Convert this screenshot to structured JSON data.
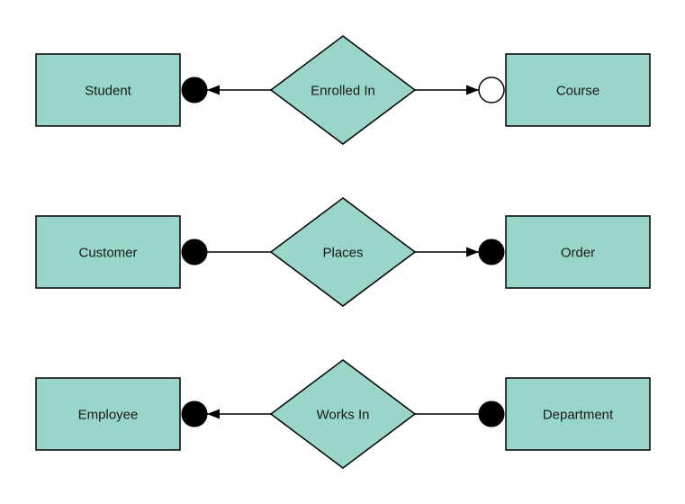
{
  "diagram": {
    "type": "entity-relationship",
    "colors": {
      "background": "#ffffff",
      "entity_fill": "#99d5c8",
      "stroke": "#000000",
      "text": "#1a1a1a",
      "open_circle_fill": "#ffffff",
      "filled_circle_fill": "#000000"
    },
    "rows": [
      {
        "left_entity": {
          "label": "Student"
        },
        "relationship": {
          "label": "Enrolled In"
        },
        "right_entity": {
          "label": "Course"
        },
        "left_connector": {
          "terminator": "filled-circle",
          "arrowhead": true,
          "arrow_direction": "toward-left-entity"
        },
        "right_connector": {
          "terminator": "open-circle",
          "arrowhead": true,
          "arrow_direction": "toward-right-entity"
        }
      },
      {
        "left_entity": {
          "label": "Customer"
        },
        "relationship": {
          "label": "Places"
        },
        "right_entity": {
          "label": "Order"
        },
        "left_connector": {
          "terminator": "filled-circle",
          "arrowhead": false,
          "arrow_direction": "none"
        },
        "right_connector": {
          "terminator": "filled-circle",
          "arrowhead": true,
          "arrow_direction": "toward-right-entity"
        }
      },
      {
        "left_entity": {
          "label": "Employee"
        },
        "relationship": {
          "label": "Works In"
        },
        "right_entity": {
          "label": "Department"
        },
        "left_connector": {
          "terminator": "filled-circle",
          "arrowhead": true,
          "arrow_direction": "toward-left-entity"
        },
        "right_connector": {
          "terminator": "filled-circle",
          "arrowhead": false,
          "arrow_direction": "none"
        }
      }
    ]
  }
}
